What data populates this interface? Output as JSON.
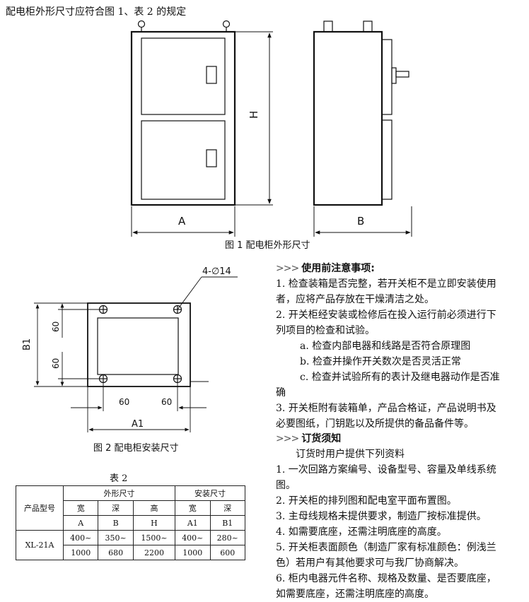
{
  "intro_text": "配电柜外形尺寸应符合图 1、表 2 的规定",
  "figure1": {
    "caption": "图 1  配电柜外形尺寸",
    "label_a": "A",
    "label_b": "B",
    "label_h": "H"
  },
  "figure2": {
    "caption": "图 2  配电柜安装尺寸",
    "hole_label": "4-∅14",
    "label_b1": "B1",
    "label_a1": "A1",
    "dim_60_top": "60",
    "dim_60_bottom": "60",
    "dim_60_left": "60",
    "dim_60_right": "60"
  },
  "precautions": {
    "marker": ">>>",
    "title": "使用前注意事项:",
    "lines": [
      "1. 检查装箱是否完整，若开关柜不是立即安装使用",
      "者，应将产品存放在干燥清洁之处。",
      "2. 开关柜经安装或检修后在投入运行前必须进行下",
      "列项目的检查和试验。",
      "a. 检查内部电器和线路是否符合原理图",
      "b. 检查并操作开关数次是否灵活正常",
      "c. 检查并试验所有的表计及继电器动作是否准",
      "确",
      "3. 开关柜附有装箱单，产品合格证，产品说明书及",
      "必要图纸，门钥匙以及所提供的备品备件等。"
    ]
  },
  "ordering": {
    "marker": ">>>",
    "title": "订货须知",
    "subtitle": "订货时用户提供下列资料",
    "lines": [
      "1. 一次回路方案编号、设备型号、容量及单线系统",
      "图。",
      "2. 开关柜的排列图和配电室平面布置图。",
      "3. 主母线规格未提供要求，制造厂按标准提供。",
      "4. 如需要底座，还需注明底座的高度。",
      "5. 开关柜表面颜色（制造厂家有标准颜色：例浅兰",
      "色）若用户有其他要求可与我厂协商解决。",
      "6. 柜内电器元件名称、规格及数量、是否要底座，",
      "如需要底座，还需注明底座的高度。"
    ]
  },
  "table": {
    "title": "表 2",
    "product_header": "产品型号",
    "outline_header": "外形尺寸",
    "install_header": "安装尺寸",
    "col_names": [
      "宽",
      "深",
      "高",
      "宽",
      "深"
    ],
    "col_codes": [
      "A",
      "B",
      "H",
      "A1",
      "B1"
    ],
    "model": "XL-21A",
    "row_top": [
      "400~",
      "350~",
      "1500~",
      "400~",
      "280~"
    ],
    "row_bottom": [
      "1000",
      "680",
      "2200",
      "1000",
      "600"
    ]
  }
}
